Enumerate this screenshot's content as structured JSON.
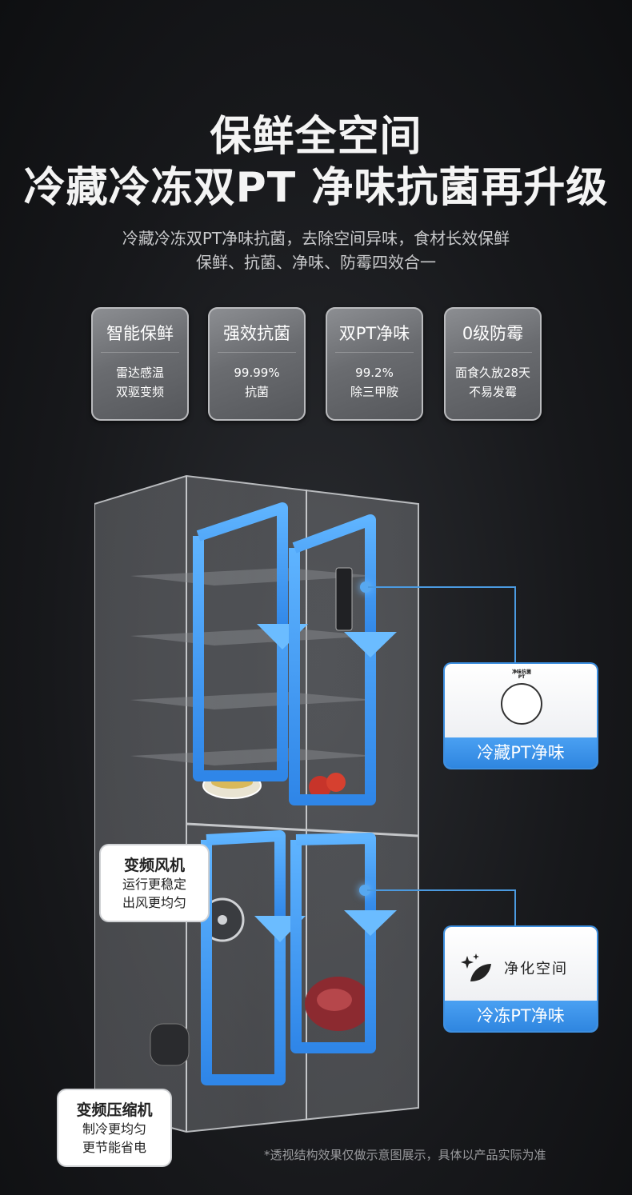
{
  "header": {
    "title_line1": "保鲜全空间",
    "title_line2": "冷藏冷冻双PT 净味抗菌再升级",
    "subtitle_line1": "冷藏冷冻双PT净味抗菌，去除空间异味，食材长效保鲜",
    "subtitle_line2": "保鲜、抗菌、净味、防霉四效合一"
  },
  "features": [
    {
      "title": "智能保鲜",
      "line1": "雷达感温",
      "line2": "双驱变频"
    },
    {
      "title": "强效抗菌",
      "line1": "99.99%",
      "line2": "抗菌"
    },
    {
      "title": "双PT净味",
      "line1": "99.2%",
      "line2": "除三甲胺"
    },
    {
      "title": "0级防霉",
      "line1": "面食久放28天",
      "line2": "不易发霉"
    }
  ],
  "callouts": {
    "fridge_card": {
      "label": "冷藏PT净味",
      "badge": "PT",
      "badge_small": "净味抗菌"
    },
    "freezer_card": {
      "label": "冷冻PT净味",
      "text": "净化空间"
    }
  },
  "tags": {
    "fan": {
      "title": "变频风机",
      "line1": "运行更稳定",
      "line2": "出风更均匀"
    },
    "compressor": {
      "title": "变频压缩机",
      "line1": "制冷更均匀",
      "line2": "更节能省电"
    }
  },
  "footnote": "*透视结构效果仅做示意图展示，具体以产品实际为准",
  "colors": {
    "accent": "#3d8fe0",
    "background": "#17181b"
  }
}
